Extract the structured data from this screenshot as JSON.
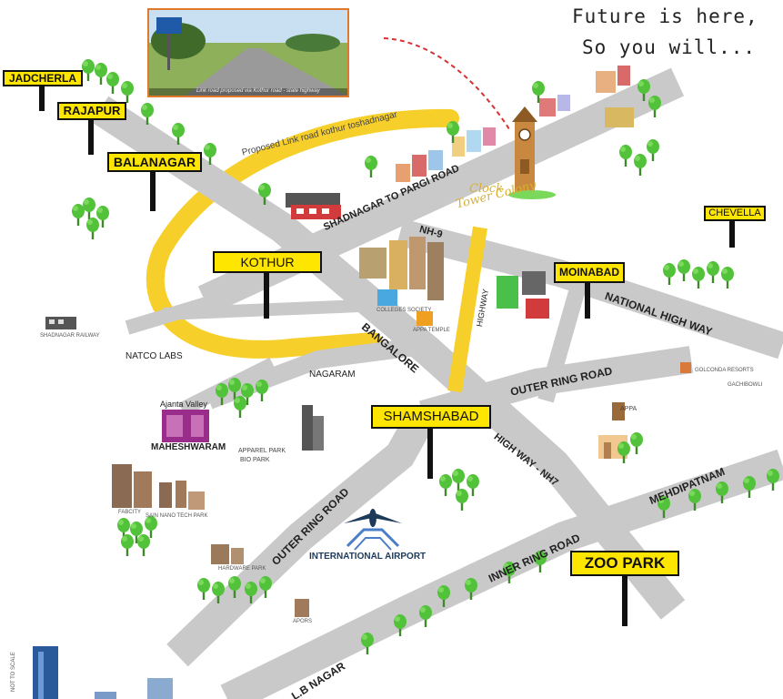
{
  "tagline": {
    "line1": "Future is here,",
    "line2": "So you will..."
  },
  "photo": {
    "caption": "Link road proposed via Kothur road - state highway"
  },
  "signs": {
    "jadcherla": "JADCHERLA",
    "rajapur": "RAJAPUR",
    "balanagar": "BALANAGAR",
    "kothur": "KOTHUR",
    "chevella": "CHEVELLA",
    "moinabad": "MOINABAD",
    "shamshabad": "SHAMSHABAD",
    "zoo_park": "ZOO PARK"
  },
  "roads": {
    "proposed_link": "Proposed Link road kothur toshadnagar",
    "shadnagar_pargi": "SHADNAGAR TO PARGI ROAD",
    "nh9": "NH-9",
    "national_highway": "NATIONAL HIGH WAY",
    "highway": "HIGHWAY",
    "bangalore": "BANGALORE",
    "highway_nh7": "HIGH WAY - NH7",
    "outer_ring_east": "OUTER RING ROAD",
    "outer_ring_west": "OUTER RING ROAD",
    "inner_ring": "INNER RING ROAD",
    "mehdipatnam": "MEHDIPATNAM",
    "lb_nagar": "L.B NAGAR",
    "nagaram": "NAGARAM"
  },
  "places": {
    "clock_tower_1": "Clock",
    "clock_tower_2": "Tower Colony",
    "natco_labs": "NATCO LABS",
    "ajanta_valley": "Ajanta Valley",
    "maheshwaram": "MAHESHWARAM",
    "apparel_park": "APPAREL PARK",
    "bio_park": "BIO PARK",
    "international_airport": "INTERNATIONAL AIRPORT",
    "appa": "APPA",
    "shadnagar_railway": "SHADNAGAR RAILWAY",
    "colleges_society": "COLLEGES SOCIETY",
    "appa_temple": "APPA TEMPLE",
    "fabcity": "FABCITY",
    "nano_tech_park": "SAIN NANO TECH PARK",
    "hardware_park": "HARDWARE PARK",
    "apors": "APORS",
    "golconda_resorts": "GOLCONDA RESORTS",
    "gachibowli": "GACHIBOWLI",
    "not_to_scale": "NOT TO SCALE"
  },
  "colors": {
    "road": "#c9c9c9",
    "proposed_road": "#f7cf2b",
    "sign": "#ffe600",
    "tree": "#52c23a",
    "route_dash": "#d93030",
    "frame": "#e07a2a"
  },
  "icons": [
    "tree-icon",
    "airplane-icon",
    "clock-tower-icon",
    "building-icon",
    "train-icon"
  ]
}
